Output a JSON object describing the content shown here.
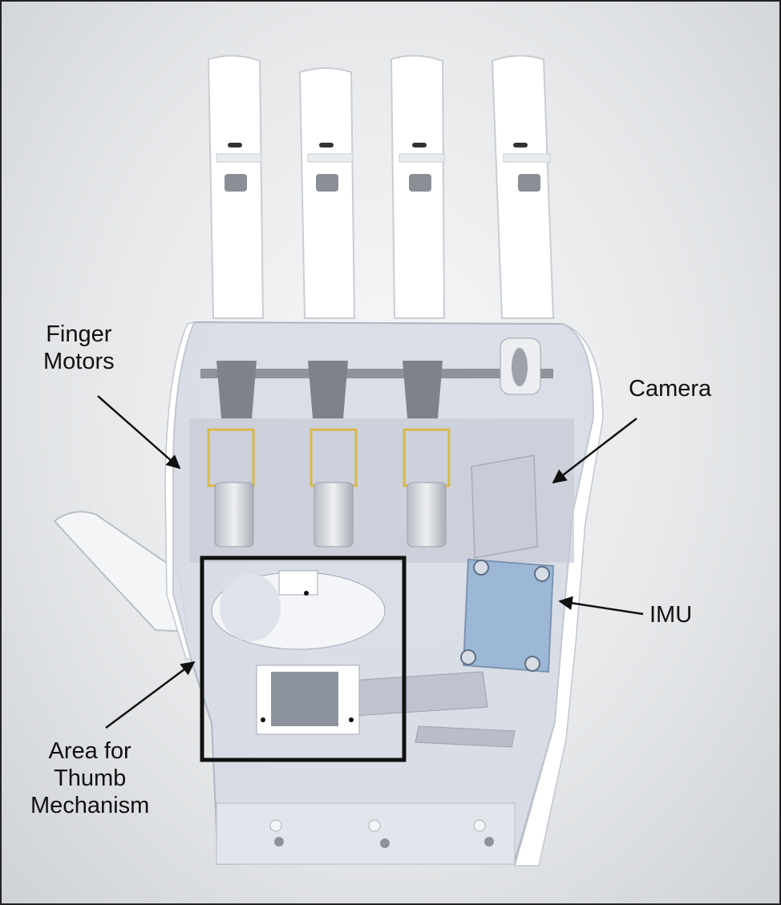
{
  "figure": {
    "subject": "robotic-hand-render",
    "colors": {
      "background": "#e6e8ea",
      "finger": "#ffffff",
      "palm_shell": "#d6dae4",
      "motor_bracket": "#d8b84a",
      "imu_board": "#9db8d6",
      "camera_module": "#c9ccd8",
      "highlight_box": "#111111",
      "arrow": "#111111"
    }
  },
  "labels": {
    "finger_motors": {
      "line1": "Finger",
      "line2": "Motors"
    },
    "camera": {
      "line1": "Camera"
    },
    "imu": {
      "line1": "IMU"
    },
    "thumb_area": {
      "line1": "Area for",
      "line2": "Thumb",
      "line3": "Mechanism"
    }
  }
}
